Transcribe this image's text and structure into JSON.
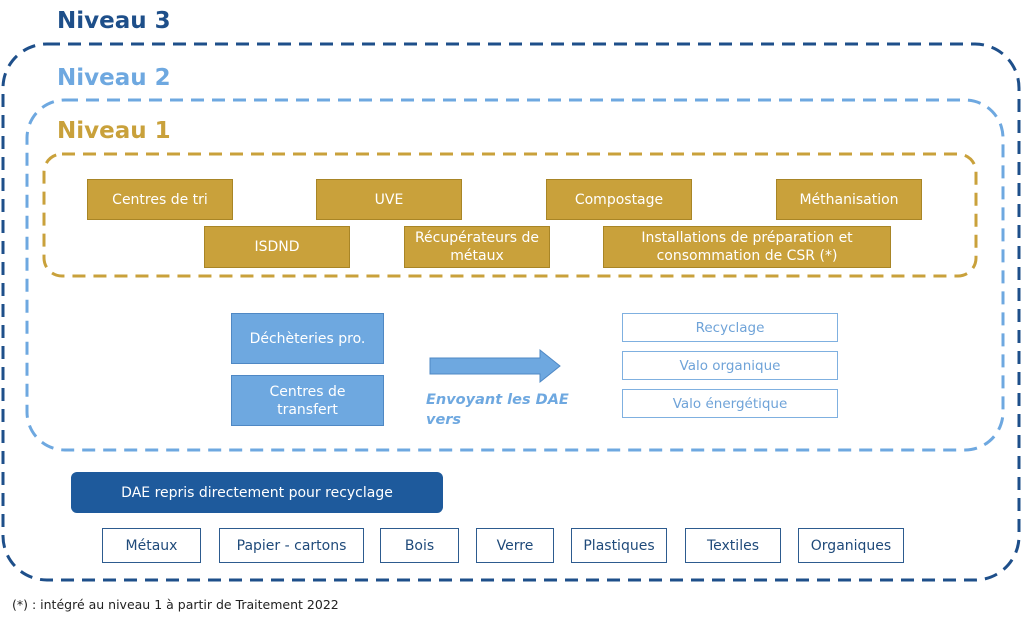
{
  "levels": {
    "level3": {
      "title": "Niveau 3",
      "color": "#1e4f8a"
    },
    "level2": {
      "title": "Niveau 2",
      "color": "#6ea8e0"
    },
    "level1": {
      "title": "Niveau 1",
      "color": "#c9a13b"
    }
  },
  "level1_facilities": [
    "Centres de tri",
    "UVE",
    "Compostage",
    "Méthanisation",
    "ISDND",
    "Récupérateurs de métaux",
    "Installations de préparation et consommation de CSR (*)"
  ],
  "level2_sources": [
    "Déchèteries pro.",
    "Centres de transfert"
  ],
  "arrow_label": "Envoyant les DAE vers",
  "level2_outcomes": [
    "Recyclage",
    "Valo organique",
    "Valo énergétique"
  ],
  "level3_header": "DAE repris directement pour recyclage",
  "level3_materials": [
    "Métaux",
    "Papier - cartons",
    "Bois",
    "Verre",
    "Plastiques",
    "Textiles",
    "Organiques"
  ],
  "footnote": "(*) : intégré au niveau 1 à partir de Traitement 2022"
}
